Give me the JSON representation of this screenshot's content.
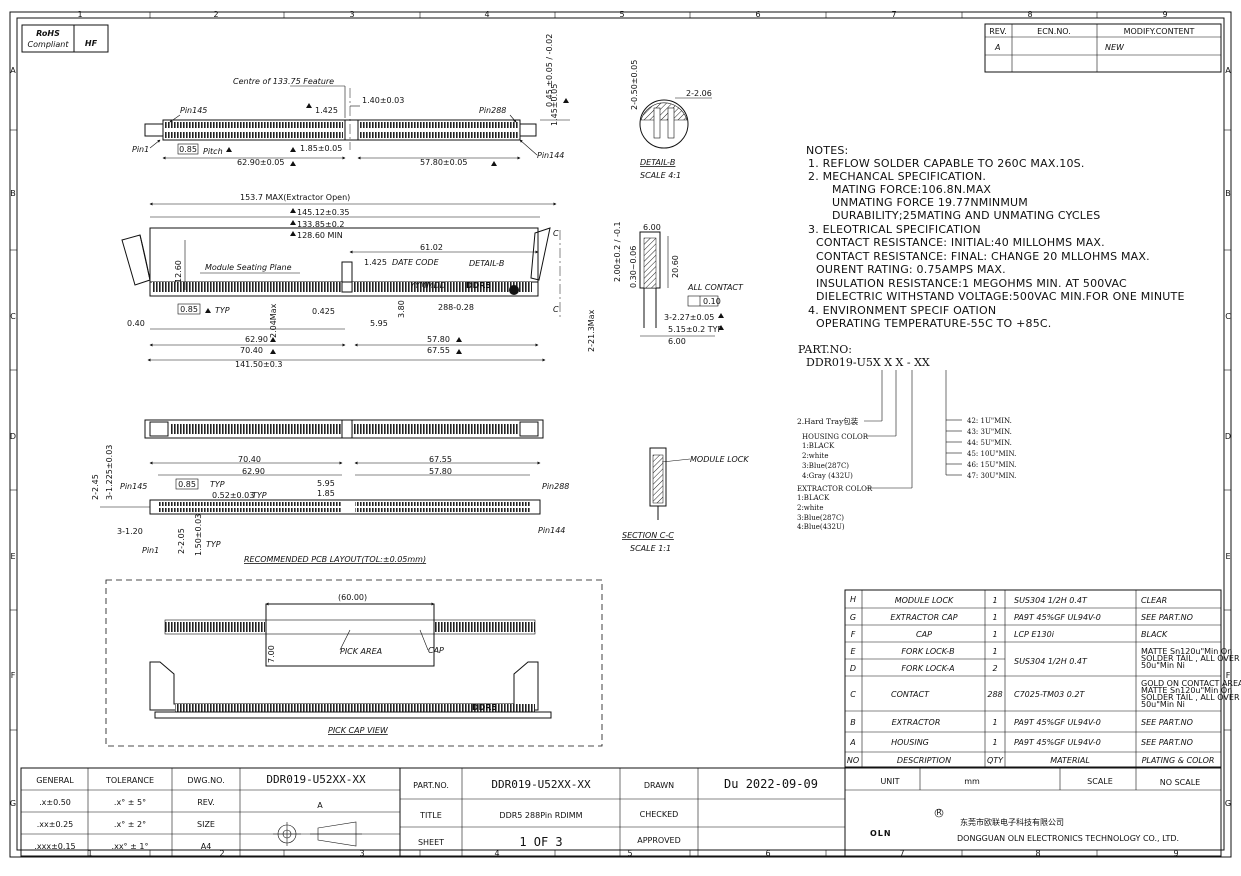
{
  "border": {
    "cols": [
      "1",
      "2",
      "3",
      "4",
      "5",
      "6",
      "7",
      "8",
      "9"
    ],
    "rows": [
      "A",
      "B",
      "C",
      "D",
      "E",
      "F",
      "G"
    ]
  },
  "badge": {
    "rohs": "RoHS",
    "compliant": "Compliant",
    "hf": "HF"
  },
  "revision_table": {
    "headers": [
      "REV.",
      "ECN.NO.",
      "MODIFY.CONTENT"
    ],
    "rows": [
      [
        "A",
        "",
        "NEW"
      ]
    ]
  },
  "top_view": {
    "centre_label": "Centre of 133.75 Feature",
    "pin145": "Pin145",
    "pin288": "Pin288",
    "pin1": "Pin1",
    "pin144": "Pin144",
    "d_1425": "1.425",
    "d_140": "1.40±0.03",
    "d_045": "0.45 ±0.05 / -0.02",
    "d_145v": "1.45±0.05",
    "pitch_box": "0.85",
    "pitch_label": "Pitch",
    "d_185": "1.85±0.05",
    "d_6290": "62.90±0.05",
    "d_5780": "57.80±0.05"
  },
  "detail_b": {
    "d_050": "2-0.50±0.05",
    "d_206": "2-2.06",
    "title": "DETAIL-B",
    "scale": "SCALE 4:1"
  },
  "front_view": {
    "d_1537": "153.7 MAX(Extractor Open)",
    "d_14512": "145.12±0.35",
    "d_13385": "133.85±0.2",
    "d_12860": "128.60 MIN",
    "d_6102": "61.02",
    "d_1260": "12.60",
    "seating": "Module Seating Plane",
    "d_1425": "1.425",
    "date_code": "DATE CODE",
    "yymmdd": "YYMMDD",
    "ddr5": "DDR5",
    "detail_b": "DETAIL-B",
    "d_040": "0.40",
    "d_085": "0.85",
    "typ": "TYP",
    "d_204": "2.04Max",
    "d_0425": "0.425",
    "d_595": "5.95",
    "d_380": "3.80",
    "d_288": "288-0.28",
    "d_6290": "62.90",
    "d_5780": "57.80",
    "d_7040": "70.40",
    "d_6755": "67.55",
    "d_14150": "141.50±0.3",
    "d_213": "2-21.3Max",
    "c_mark": "C"
  },
  "side_view": {
    "d_600": "6.00",
    "d_200": "2.00±0.2 / -0.1",
    "d_030": "0.30~0.06",
    "d_2060": "20.60",
    "all_contact": "ALL CONTACT",
    "d_010": "0.10",
    "d_227": "3-2.27±0.05",
    "d_515": "5.15±0.2 TYP",
    "d_600b": "6.00"
  },
  "notes": {
    "lines": [
      "NOTES:",
      "1. REFLOW SOLDER CAPABLE TO 260C MAX.10S.",
      "2. MECHANCAL SPECIFICATION.",
      "MATING FORCE:106.8N.MAX",
      "UNMATING FORCE 19.77NMINMUM",
      "DURABILITY;25MATING AND UNMATING CYCLES",
      "3. ELEOTRICAL SPECIFICATION",
      "CONTACT RESISTANCE: INITIAL:40 MILLOHMS MAX.",
      "CONTACT RESISTANCE: FINAL: CHANGE 20 MLLOHMS MAX.",
      "OURENT RATING: 0.75AMPS MAX.",
      "INSULATION RESISTANCE:1 MEGOHMS MIN. AT 500VAC",
      "DIELECTRIC WITHSTAND VOLTAGE:500VAC MIN.FOR ONE MINUTE",
      "4. ENVIRONMENT SPECIF OATION",
      "OPERATING TEMPERATURE-55C TO +85C."
    ]
  },
  "part_no": {
    "label": "PART.NO:",
    "code": "DDR019-U5X X X - XX",
    "hard_tray": "2.Hard Tray包装",
    "housing_color": [
      "HOUSING COLOR",
      "1:BLACK",
      "2:white",
      "3:Blue(287C)",
      "4:Gray (432U)"
    ],
    "extractor_color": [
      "EXTRACTOR COLOR",
      "1:BLACK",
      "2:white",
      "3:Blue(287C)",
      "4:Blue(432U)"
    ],
    "plating": [
      "42: 1U\"MIN.",
      "43: 3U\"MIN.",
      "44: 5U\"MIN.",
      "45: 10U\"MIN.",
      "46: 15U\"MIN.",
      "47: 30U\"MIN."
    ]
  },
  "pcb_view": {
    "d_7040": "70.40",
    "d_6755": "67.55",
    "d_6290": "62.90",
    "d_5780": "57.80",
    "d_245": "2-2.45",
    "d_1225": "3-1.225±0.03",
    "pin145": "Pin145",
    "pin288": "Pin288",
    "d_085": "0.85",
    "typ": "TYP",
    "d_052": "0.52±0.03",
    "typ2": "TYP",
    "d_595": "5.95",
    "d_185": "1.85",
    "d_120": "3-1.20",
    "pin1": "Pin1",
    "d_205": "2-2.05",
    "d_150": "1.50±0.03",
    "typ3": "TYP",
    "pin144": "Pin144",
    "caption": "RECOMMENDED PCB LAYOUT(TOL:±0.05mm)"
  },
  "section_cc": {
    "module_lock": "MODULE LOCK",
    "title": "SECTION C-C",
    "scale": "SCALE 1:1"
  },
  "pick_cap": {
    "d_6000": "(60.00)",
    "d_700": "7.00",
    "pick_area": "PICK AREA",
    "cap": "CAP",
    "ddr5": "DDR5",
    "caption": "PICK CAP VIEW"
  },
  "bom": {
    "rows": [
      {
        "no": "H",
        "desc": "MODULE LOCK",
        "qty": "1",
        "mat": "SUS304 1/2H 0.4T",
        "plating": "CLEAR"
      },
      {
        "no": "G",
        "desc": "EXTRACTOR CAP",
        "qty": "1",
        "mat": "PA9T 45%GF UL94V-0",
        "plating": "SEE PART.NO"
      },
      {
        "no": "F",
        "desc": "CAP",
        "qty": "1",
        "mat": "LCP E130i",
        "plating": "BLACK"
      },
      {
        "no": "E",
        "desc": "FORK LOCK-B",
        "qty": "1",
        "mat": "SUS304 1/2H 0.4T",
        "plating": "MATTE Sn120u\"Min On SOLDER TAIL , ALL OVER 50u\"Min Ni"
      },
      {
        "no": "D",
        "desc": "FORK LOCK-A",
        "qty": "2",
        "mat": "",
        "plating": ""
      },
      {
        "no": "C",
        "desc": "CONTACT",
        "qty": "288",
        "mat": "C7025-TM03 0.2T",
        "plating": "GOLD ON CONTACT AREA MATTE Sn120u\"Min On SOLDER TAIL , ALL OVER 50u\"Min Ni"
      },
      {
        "no": "B",
        "desc": "EXTRACTOR",
        "qty": "1",
        "mat": "PA9T 45%GF UL94V-0",
        "plating": "SEE PART.NO"
      },
      {
        "no": "A",
        "desc": "HOUSING",
        "qty": "1",
        "mat": "PA9T 45%GF UL94V-0",
        "plating": "SEE PART.NO"
      }
    ],
    "header": {
      "no": "NO",
      "desc": "DESCRIPTION",
      "qty": "QTY",
      "mat": "MATERIAL",
      "plating": "PLATING & COLOR"
    }
  },
  "title_block": {
    "general": "GENERAL",
    "tolerance": "TOLERANCE",
    "dwg_no_label": "DWG.NO.",
    "dwg_no": "DDR019-U52XX-XX",
    "tol_x": ".x±0.50",
    "tol_ax": ".x° ± 5°",
    "rev_label": "REV.",
    "rev": "A",
    "tol_xx": ".xx±0.25",
    "tol_axx": ".x° ± 2°",
    "size_label": "SIZE",
    "size": "A4",
    "tol_xxx": ".xxx±0.15",
    "tol_axxx": ".xx° ± 1°",
    "part_no_label": "PART.NO.",
    "part_no": "DDR019-U52XX-XX",
    "drawn_label": "DRAWN",
    "drawn": "Du 2022-09-09",
    "title_label": "TITLE",
    "title": "DDR5 288Pin RDIMM",
    "checked_label": "CHECKED",
    "sheet_label": "SHEET",
    "sheet": "1 OF 3",
    "approved_label": "APPROVED",
    "unit_label": "UNIT",
    "unit": "mm",
    "scale_label": "SCALE",
    "scale": "NO SCALE",
    "company_cn": "东莞市欧联电子科技有限公司",
    "company_en": "DONGGUAN OLN ELECTRONICS TECHNOLOGY CO., LTD.",
    "logo": "OLN"
  }
}
